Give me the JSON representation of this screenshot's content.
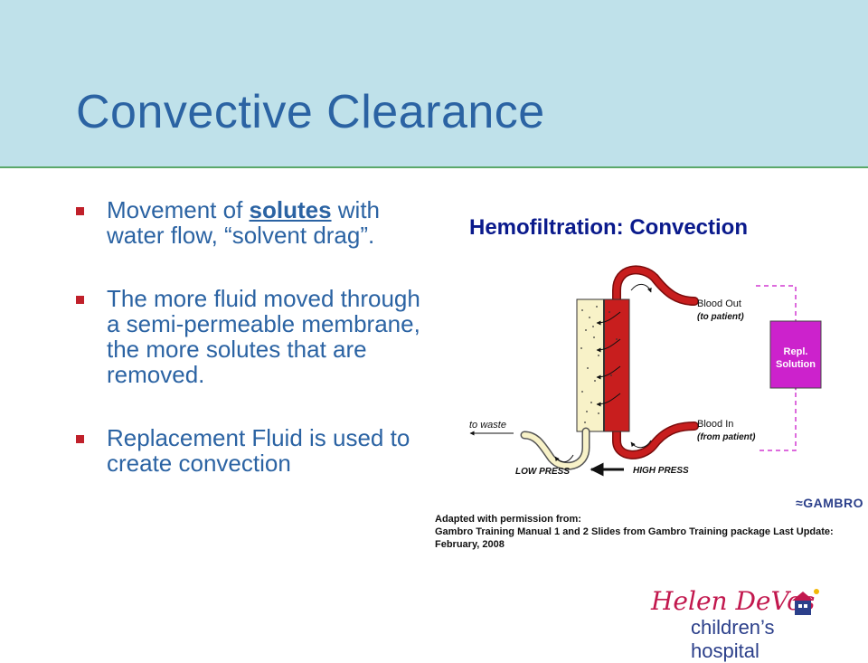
{
  "slide": {
    "title": "Convective Clearance",
    "bullets": [
      {
        "before": "Movement of ",
        "emph": "solutes",
        "after": " with water flow, “solvent drag”."
      },
      {
        "text": "The more fluid moved through a semi-permeable membrane, the more solutes that are removed."
      },
      {
        "text": "Replacement Fluid is used to create convection"
      }
    ]
  },
  "diagram": {
    "heading": "Hemofiltration: Convection",
    "blood_out": "Blood Out",
    "to_patient": "(to patient)",
    "blood_in": "Blood In",
    "from_patient": "(from patient)",
    "repl_line1": "Repl.",
    "repl_line2": "Solution",
    "to_waste": "to waste",
    "low_press": "LOW PRESS",
    "high_press": "HIGH PRESS",
    "colors": {
      "blood": "#c81e1e",
      "membrane": "#f8f2c8",
      "repl": "#cc22cc",
      "dash": "#d23ad2"
    }
  },
  "credit": {
    "line1": "Adapted with permission from:",
    "line2": "Gambro Training Manual 1 and 2 Slides from Gambro Training package Last Update: February, 2008"
  },
  "brand": {
    "gambro": "GAMBRO",
    "hospital_top": "Helen DeVos",
    "hospital_bottom": "children’s hospital"
  }
}
